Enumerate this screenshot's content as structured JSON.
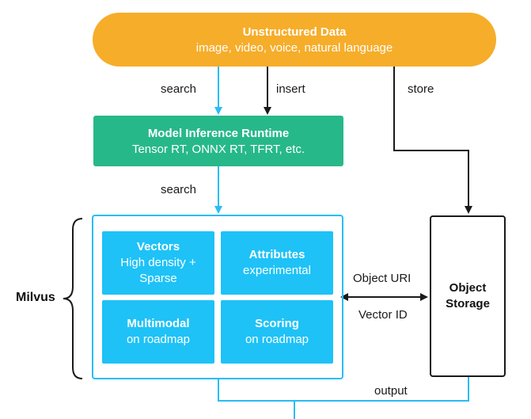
{
  "unstructured": {
    "title": "Unstructured Data",
    "subtitle": "image, video, voice, natural language"
  },
  "runtime": {
    "title": "Model Inference Runtime",
    "subtitle": "Tensor RT, ONNX RT, TFRT, etc."
  },
  "edges": {
    "search_top": "search",
    "insert": "insert",
    "store": "store",
    "search_mid": "search",
    "object_uri": "Object URI",
    "vector_id": "Vector ID",
    "output": "output"
  },
  "milvus": {
    "label": "Milvus",
    "cells": [
      {
        "title": "Vectors",
        "line1": "High density +",
        "line2": "Sparse"
      },
      {
        "title": "Attributes",
        "line1": "experimental",
        "line2": ""
      },
      {
        "title": "Multimodal",
        "line1": "on roadmap",
        "line2": ""
      },
      {
        "title": "Scoring",
        "line1": "on roadmap",
        "line2": ""
      }
    ]
  },
  "storage": {
    "line1": "Object",
    "line2": "Storage"
  },
  "colors": {
    "orange": "#f6ad2a",
    "green": "#27b889",
    "blue": "#1ec2f7",
    "line_blue": "#29bdf5",
    "dark": "#1a1a1a"
  }
}
